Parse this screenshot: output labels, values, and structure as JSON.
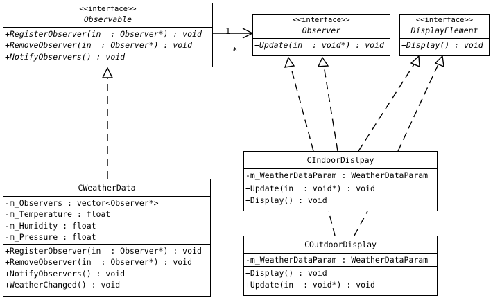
{
  "diagram": {
    "observable": {
      "stereotype": "<<interface>>",
      "name": "Observable",
      "operations": [
        "+RegisterObserver(in  : Observer*) : void",
        "+RemoveObserver(in  : Observer*) : void",
        "+NotifyObservers() : void"
      ]
    },
    "observer": {
      "stereotype": "<<interface>>",
      "name": "Observer",
      "operations": [
        "+Update(in  : void*) : void"
      ]
    },
    "display_element": {
      "stereotype": "<<interface>>",
      "name": "DisplayElement",
      "operations": [
        "+Display() : void"
      ]
    },
    "weather_data": {
      "name": "CWeatherData",
      "attributes": [
        "-m_Observers : vector<Observer*>",
        "-m_Temperature : float",
        "-m_Humidity : float",
        "-m_Pressure : float"
      ],
      "operations": [
        "+RegisterObserver(in  : Observer*) : void",
        "+RemoveObserver(in  : Observer*) : void",
        "+NotifyObservers() : void",
        "+WeatherChanged() : void"
      ]
    },
    "indoor_display": {
      "name": "CIndoorDislpay",
      "attributes": [
        "-m_WeatherDataParam : WeatherDataParam"
      ],
      "operations": [
        "+Update(in  : void*) : void",
        "+Display() : void"
      ]
    },
    "outdoor_display": {
      "name": "COutdoorDisplay",
      "attributes": [
        "-m_WeatherDataParam : WeatherDataParam"
      ],
      "operations": [
        "+Display() : void",
        "+Update(in  : void*) : void"
      ]
    },
    "association": {
      "source_multiplicity": "1",
      "target_multiplicity": "*"
    }
  }
}
